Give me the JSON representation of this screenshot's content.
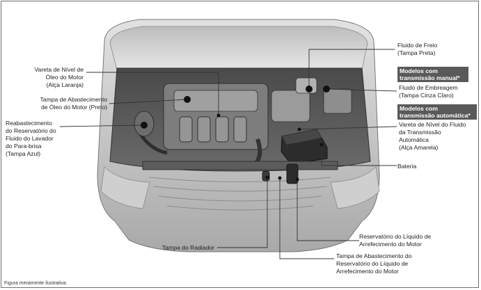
{
  "labels": {
    "dipstick_engine_oil": "Vareta de Nível de\nÓleo do Motor\n(Alça Laranja)",
    "engine_oil_fill_cap": "Tampa de Abastecimento\nde Óleo do Motor (Preto)",
    "washer_fluid_reservoir": "Reabastecimento\ndo Reservatório do\nFluido do Lavador\ndo Para-brisa\n(Tampa Azul)",
    "brake_fluid": "Fluido de Freio\n(Tampa Preta)",
    "manual_models_header": "Modelos com\ntransmissão manual*",
    "clutch_fluid": "Fluido de Embreagem\n(Tampa Cinza Claro)",
    "automatic_models_header": "Modelos com\ntransmissão automática*",
    "transmission_fluid_dipstick": "Vareta de Nível do Fluido\nda Transmissão\nAutomática\n(Alça Amarela)",
    "battery": "Bateria",
    "coolant_reservoir": "Reservatório do Líquido de\nArrefecimento do Motor",
    "radiator_cap": "Tampa do Radiador",
    "coolant_reservoir_cap": "Tampa de Abastecimento do\nReservatório do Líquido de\nArrefecimento do Motor"
  },
  "footnote": "Figura meramente ilustrativa.",
  "colors": {
    "frame": "#6e6e6e",
    "header_bg": "#595959",
    "leader": "#333333",
    "callout_dot": "#111111",
    "engine_dark": "#3f3f3f",
    "engine_mid": "#8a8a8a",
    "car_light": "#d9d9d9"
  }
}
